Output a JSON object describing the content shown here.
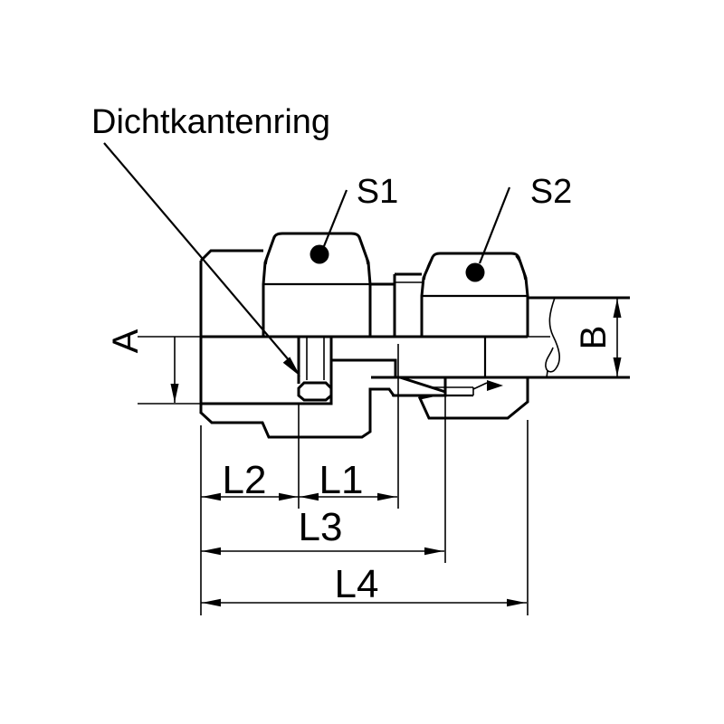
{
  "drawing": {
    "callout": "Dichtkantenring",
    "labels": {
      "s1": "S1",
      "s2": "S2"
    },
    "dims": {
      "a": "A",
      "b": "B",
      "l1": "L1",
      "l2": "L2",
      "l3": "L3",
      "l4": "L4"
    },
    "colors": {
      "ink": "#000000",
      "paper": "#ffffff"
    }
  }
}
